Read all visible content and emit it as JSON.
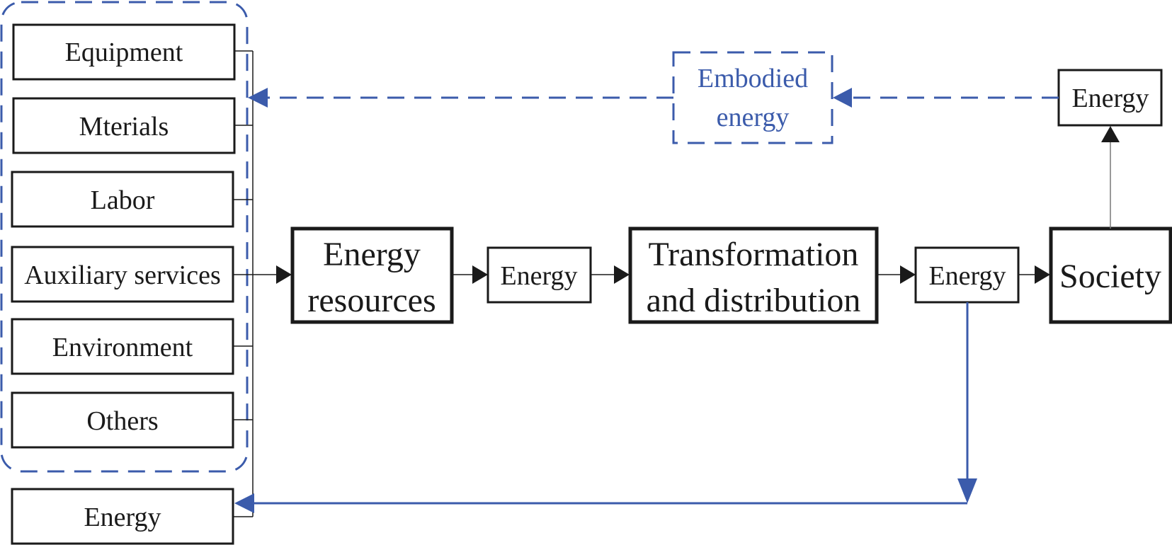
{
  "colors": {
    "accent_blue": "#3b5bab",
    "ink": "#1a1a1a"
  },
  "inputs": {
    "items": [
      {
        "label": "Equipment"
      },
      {
        "label": "Mterials"
      },
      {
        "label": "Labor"
      },
      {
        "label": "Auxiliary services"
      },
      {
        "label": "Environment"
      },
      {
        "label": "Others"
      }
    ],
    "energy_label": "Energy"
  },
  "chain": {
    "energy_resources_line1": "Energy",
    "energy_resources_line2": "resources",
    "energy_after_resources": "Energy",
    "transformation_line1": "Transformation",
    "transformation_line2": "and distribution",
    "energy_after_transformation": "Energy",
    "society": "Society",
    "energy_top_right": "Energy"
  },
  "embodied": {
    "line1": "Embodied",
    "line2": "energy"
  }
}
